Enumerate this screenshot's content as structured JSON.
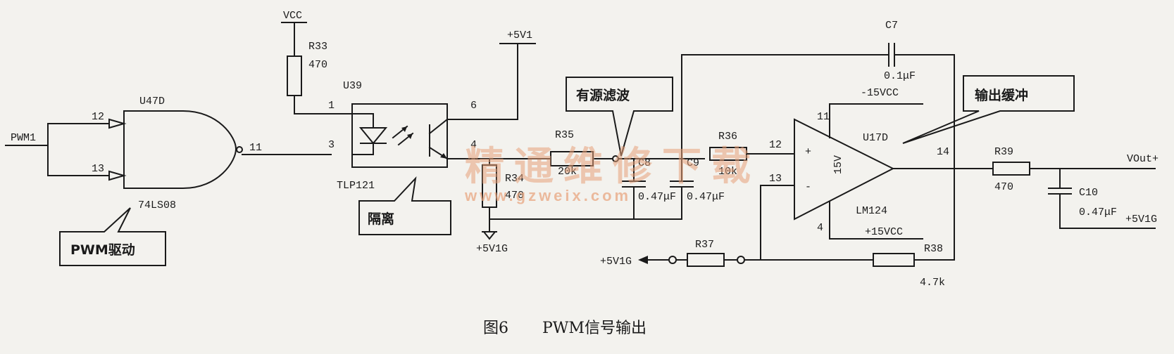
{
  "labels": {
    "pwm1": "PWM1",
    "vcc": "VCC",
    "r33": "R33",
    "r33_val": "470",
    "u39": "U39",
    "u47d": "U47D",
    "pin12_gate": "12",
    "pin13_gate": "13",
    "pin11_gate": "11",
    "pin1": "1",
    "pin3": "3",
    "pin6": "6",
    "pin4_opto": "4",
    "v5v1": "+5V1",
    "tlp121": "TLP121",
    "ic_74ls08": "74LS08",
    "c7": "C7",
    "c7_val": "0.1μF",
    "r35": "R35",
    "r35_val": "20k",
    "r34": "R34",
    "r34_val": "470",
    "c8": "C8",
    "c8_val": "0.47μF",
    "c9": "C9",
    "c9_val": "0.47μF",
    "gnd_a": "+5V1G",
    "r36": "R36",
    "r36_val": "10k",
    "neg15": "-15VCC",
    "pin11_amp": "11",
    "pin12_amp": "12",
    "pin13_amp": "13",
    "pin14_amp": "14",
    "pin4_amp": "4",
    "u17d": "U17D",
    "v15": "15V",
    "plus": "+",
    "minus": "-",
    "lm124": "LM124",
    "pos15": "+15VCC",
    "r39": "R39",
    "r39_val": "470",
    "vout": "VOut+",
    "c10": "C10",
    "c10_val": "0.47μF",
    "gnd_c": "+5V1G",
    "gnd_b": "+5V1G",
    "r37": "R37",
    "r38": "R38",
    "r38_val": "4.7k"
  },
  "callouts": {
    "pwm_drive": "PWM驱动",
    "isolation": "隔离",
    "active_filter": "有源滤波",
    "output_buffer": "输出缓冲"
  },
  "watermark": {
    "text": "精通维修下载",
    "url": "www.gzweix.com"
  },
  "caption": {
    "number": "图6",
    "title": "PWM信号输出"
  }
}
